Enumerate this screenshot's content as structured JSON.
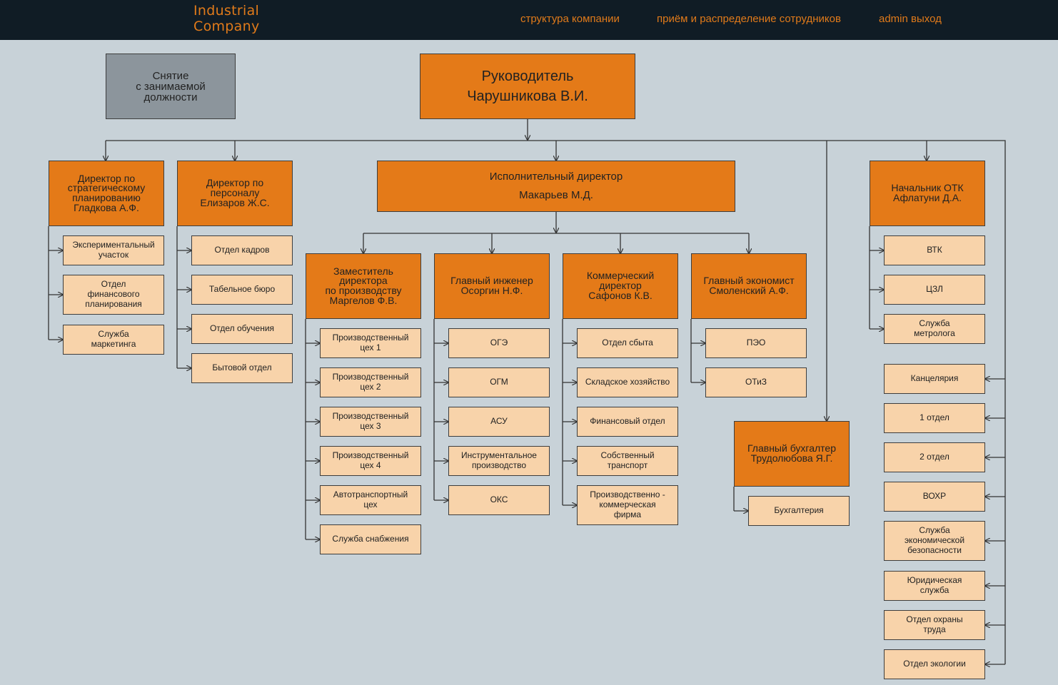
{
  "header": {
    "logo_line1": "Industrial",
    "logo_line2": "Company",
    "nav": [
      "структура компании",
      "приём и распределение сотрудников",
      "admin выход"
    ]
  },
  "colors": {
    "header_bg": "#101c25",
    "accent": "#e07a1a",
    "head_box": "#e47a18",
    "sub_box": "#f8d3aa",
    "gray_box": "#8c959c",
    "background": "#c8d2d8"
  },
  "orgchart": {
    "dismissal": "Снятие\nс занимаемой\nдолжности",
    "head": "Руководитель\nЧарушникова В.И.",
    "strategy": {
      "title": "Директор по\nстратегическому\nпланированию\nГладкова А.Ф.",
      "items": [
        "Экспериментальный\nучасток",
        "Отдел\nфинансового\nпланирования",
        "Служба\nмаркетинга"
      ]
    },
    "personnel": {
      "title": "Директор по\nперсоналу\nЕлизаров Ж.С.",
      "items": [
        "Отдел кадров",
        "Табельное бюро",
        "Отдел обучения",
        "Бытовой отдел"
      ]
    },
    "executive": "Исполнительный директор\nМакарьев М.Д.",
    "production": {
      "title": "Заместитель\nдиректора\nпо производству\nМаргелов Ф.В.",
      "items": [
        "Производственный\nцех 1",
        "Производственный\nцех 2",
        "Производственный\nцех 3",
        "Производственный\nцех 4",
        "Автотранспортный\nцех",
        "Служба снабжения"
      ]
    },
    "engineer": {
      "title": "Главный инженер\nОсоргин Н.Ф.",
      "items": [
        "ОГЭ",
        "ОГМ",
        "АСУ",
        "Инструментальное\nпроизводство",
        "ОКС"
      ]
    },
    "commercial": {
      "title": "Коммерческий\nдиректор\nСафонов К.В.",
      "items": [
        "Отдел сбыта",
        "Складское хозяйство",
        "Финансовый отдел",
        "Собственный\nтранспорт",
        "Производственно -\nкоммерческая\nфирма"
      ]
    },
    "economist": {
      "title": "Главный экономист\nСмоленский А.Ф.",
      "items": [
        "ПЭО",
        "ОТиЗ"
      ]
    },
    "accountant": {
      "title": "Главный бухгалтер\nТрудолюбова Я.Г.",
      "items": [
        "Бухгалтерия"
      ]
    },
    "otk": {
      "title": "Начальник ОТК\nАфлатуни Д.А.",
      "items": [
        "ВТК",
        "ЦЗЛ",
        "Служба\nметролога"
      ]
    },
    "direct": [
      "Канцелярия",
      "1 отдел",
      "2 отдел",
      "ВОХР",
      "Служба\nэкономической\nбезопасности",
      "Юридическая\nслужба",
      "Отдел охраны\nтруда",
      "Отдел экологии"
    ]
  }
}
